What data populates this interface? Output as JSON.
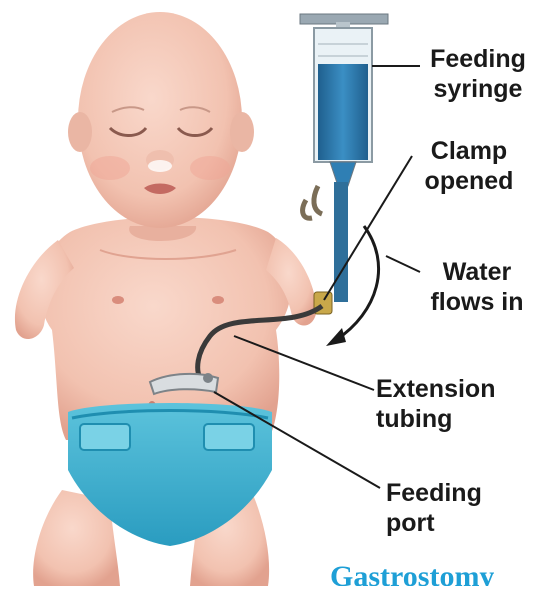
{
  "labels": {
    "feeding_syringe": [
      "Feeding",
      "syringe"
    ],
    "clamp": [
      "Clamp",
      "opened"
    ],
    "water": [
      "Water",
      "flows in"
    ],
    "extension": [
      "Extension",
      "tubing"
    ],
    "port": [
      "Feeding",
      "port"
    ]
  },
  "caption": "Gastrostomy",
  "colors": {
    "skin": "#f4c8b8",
    "skin_shadow": "#e3a594",
    "diaper": "#3fb1cf",
    "diaper_dark": "#1f8eb0",
    "syringe_fluid": "#2f7fb4",
    "tube": "#3a3a3a",
    "caption": "#1e9fd6"
  }
}
